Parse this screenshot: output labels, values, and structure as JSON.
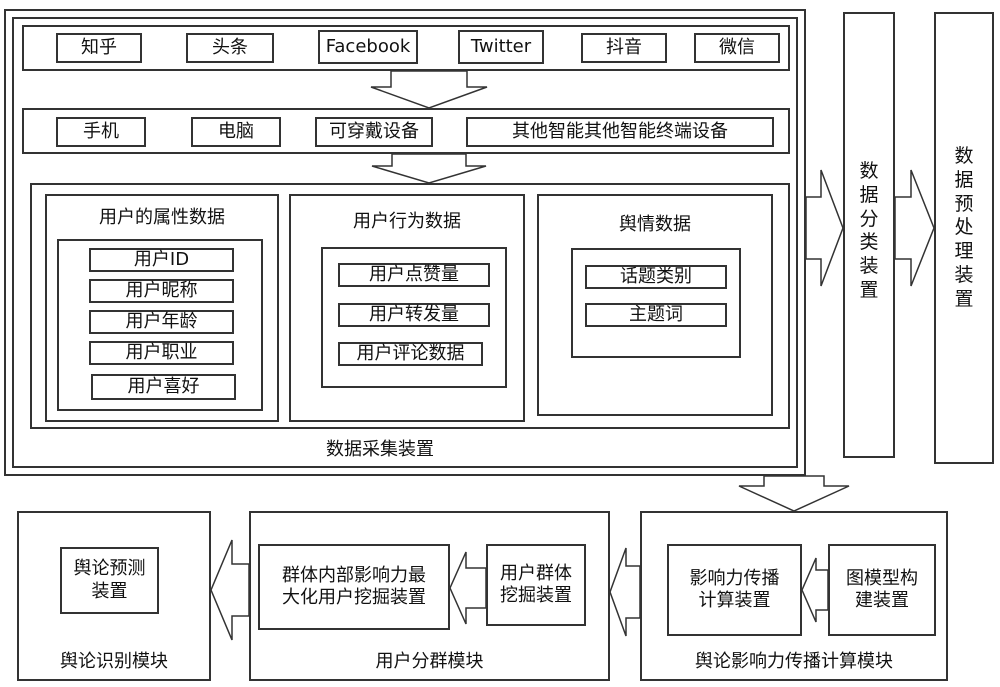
{
  "collection": {
    "title": "数据采集装置",
    "platforms": [
      "知乎",
      "头条",
      "Facebook",
      "Twitter",
      "抖音",
      "微信"
    ],
    "devices": [
      "手机",
      "电脑",
      "可穿戴设备",
      "其他智能其他智能终端设备"
    ],
    "attr_group": {
      "title": "用户的属性数据",
      "items": [
        "用户ID",
        "用户昵称",
        "用户年龄",
        "用户职业",
        "用户喜好"
      ]
    },
    "behavior_group": {
      "title": "用户行为数据",
      "items": [
        "用户点赞量",
        "用户转发量",
        "用户评论数据"
      ]
    },
    "opinion_group": {
      "title": "舆情数据",
      "items": [
        "话题类别",
        "主题词"
      ]
    }
  },
  "classify": {
    "chars": [
      "数",
      "据",
      "分",
      "类",
      "装",
      "置"
    ]
  },
  "preprocess": {
    "chars": [
      "数",
      "据",
      "预",
      "处",
      "理",
      "装",
      "置"
    ]
  },
  "propagation_module": {
    "title": "舆论影响力传播计算模块",
    "graph_builder": [
      "图模型构",
      "建装置"
    ],
    "influence_calc": [
      "影响力传播",
      "计算装置"
    ]
  },
  "clustering_module": {
    "title": "用户分群模块",
    "group_mining": [
      "用户群体",
      "挖掘装置"
    ],
    "max_influence": [
      "群体内部影响力最",
      "大化用户挖掘装置"
    ]
  },
  "recognition_module": {
    "title": "舆论识别模块",
    "prediction": [
      "舆论预测",
      "装置"
    ]
  }
}
